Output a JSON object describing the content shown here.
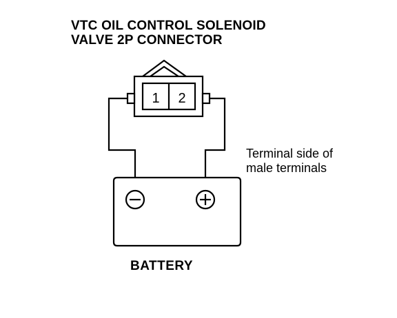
{
  "title": {
    "line1": "VTC OIL CONTROL SOLENOID",
    "line2": "VALVE 2P CONNECTOR"
  },
  "connector": {
    "pin1": "1",
    "pin2": "2"
  },
  "terminal_note": {
    "line1": "Terminal side of",
    "line2": "male terminals"
  },
  "battery": {
    "label": "BATTERY",
    "negative_symbol": "negative-terminal-icon",
    "positive_symbol": "positive-terminal-icon"
  }
}
